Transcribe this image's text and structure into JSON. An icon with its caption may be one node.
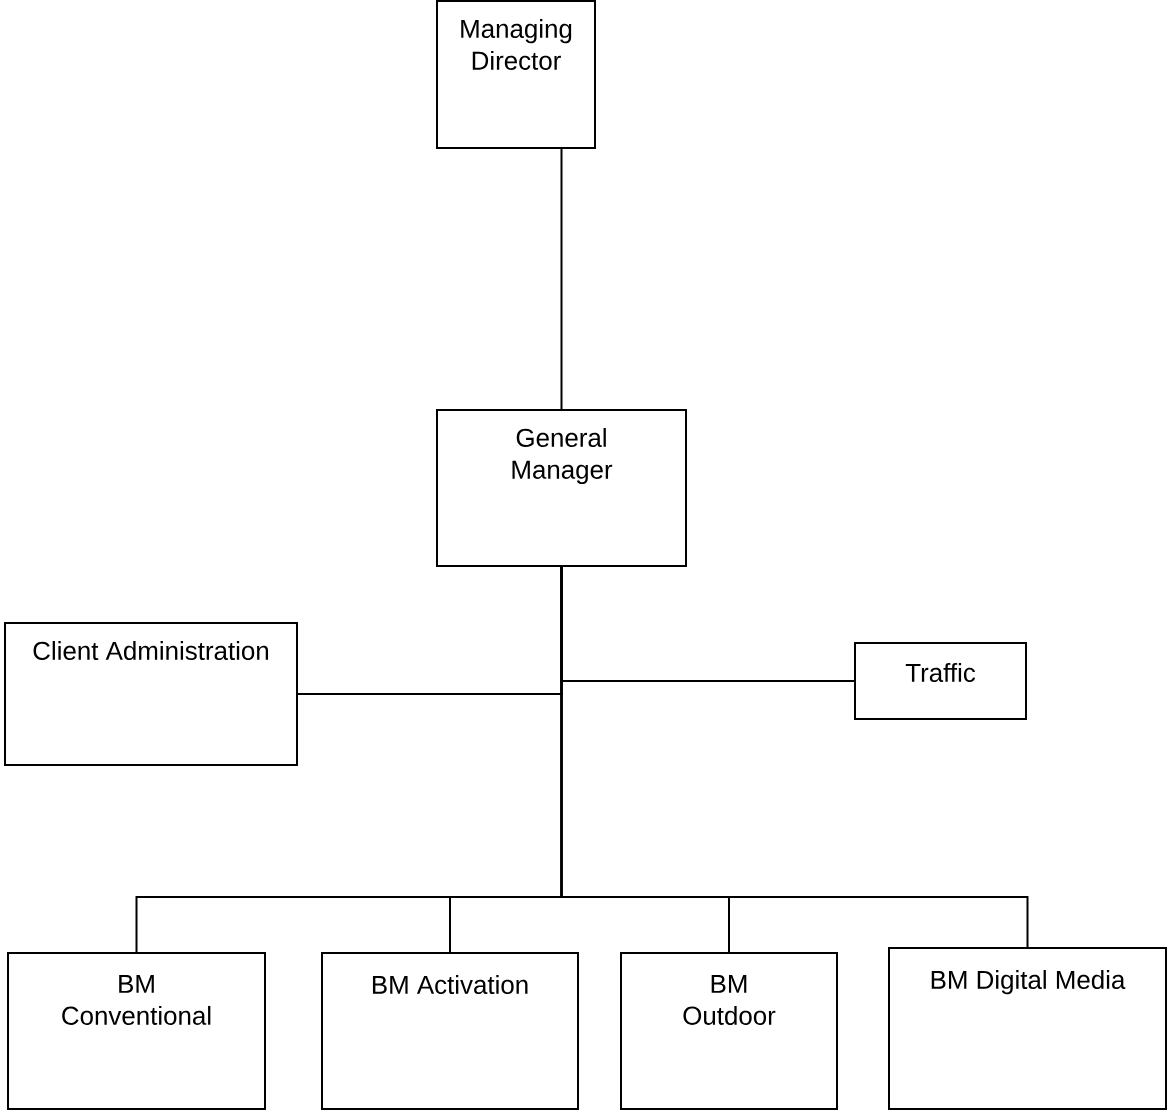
{
  "diagram": {
    "nodes": [
      {
        "text": [
          "Managing Director"
        ]
      },
      {
        "text": [
          "General Manager"
        ]
      },
      {
        "text": [
          "Client Administration"
        ]
      },
      {
        "text": [
          "Traffic"
        ]
      },
      {
        "text": [
          "BM Conventional"
        ]
      },
      {
        "text": [
          "BM Activation"
        ]
      },
      {
        "text": [
          "BM Outdoor"
        ]
      },
      {
        "text": [
          "BM Digital Media"
        ]
      }
    ],
    "edges": [
      {
        "from": 0,
        "to": 1,
        "arrow": "none"
      },
      {
        "from": 1,
        "to": 2,
        "arrow": "none"
      },
      {
        "from": 1,
        "to": 3,
        "arrow": "none"
      },
      {
        "from": 1,
        "to": 4,
        "arrow": "none"
      },
      {
        "from": 1,
        "to": 5,
        "arrow": "none"
      },
      {
        "from": 1,
        "to": 6,
        "arrow": "none"
      },
      {
        "from": 1,
        "to": 7,
        "arrow": "none"
      }
    ]
  }
}
